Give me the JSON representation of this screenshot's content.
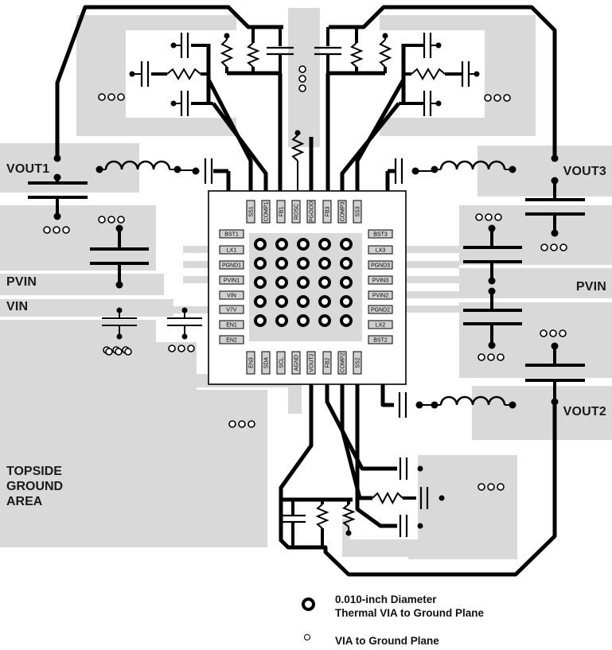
{
  "diagram": {
    "type": "pcb-layout-example",
    "labels": {
      "vout1": "VOUT1",
      "vout3": "VOUT3",
      "pvin_left": "PVIN",
      "vin": "VIN",
      "pvin_right": "PVIN",
      "vout2": "VOUT2",
      "ground_line1": "TOPSIDE",
      "ground_line2": "GROUND",
      "ground_line3": "AREA"
    },
    "ic": {
      "pins_top": [
        "SS1",
        "COMP1",
        "FB1",
        "ROSC",
        "PGOOD",
        "FB3",
        "COMP3",
        "SS3"
      ],
      "pins_bottom": [
        "EN3",
        "SDA",
        "SCL",
        "AGND",
        "VOUT2",
        "FB2",
        "COMP2",
        "SS2"
      ],
      "pins_left": [
        "BST1",
        "LX1",
        "PGND1",
        "PVIN1",
        "VIN",
        "V7V",
        "EN1",
        "EN2"
      ],
      "pins_right": [
        "BST3",
        "LX3",
        "PGND3",
        "PVIN3",
        "PVIN2",
        "PGND2",
        "LX2",
        "BST2"
      ],
      "thermal_via_grid": {
        "rows": 5,
        "cols": 5
      }
    },
    "legend": [
      {
        "symbol": "thermal-via-icon",
        "line1": "0.010-inch Diameter",
        "line2": "Thermal VIA to Ground Plane"
      },
      {
        "symbol": "via-icon",
        "line1": "VIA to Ground Plane",
        "line2": ""
      }
    ],
    "colors": {
      "copper_pour": "#d9d9d9",
      "trace": "#000000",
      "background": "#ffffff",
      "pin_fill": "#d0d0d0"
    }
  }
}
